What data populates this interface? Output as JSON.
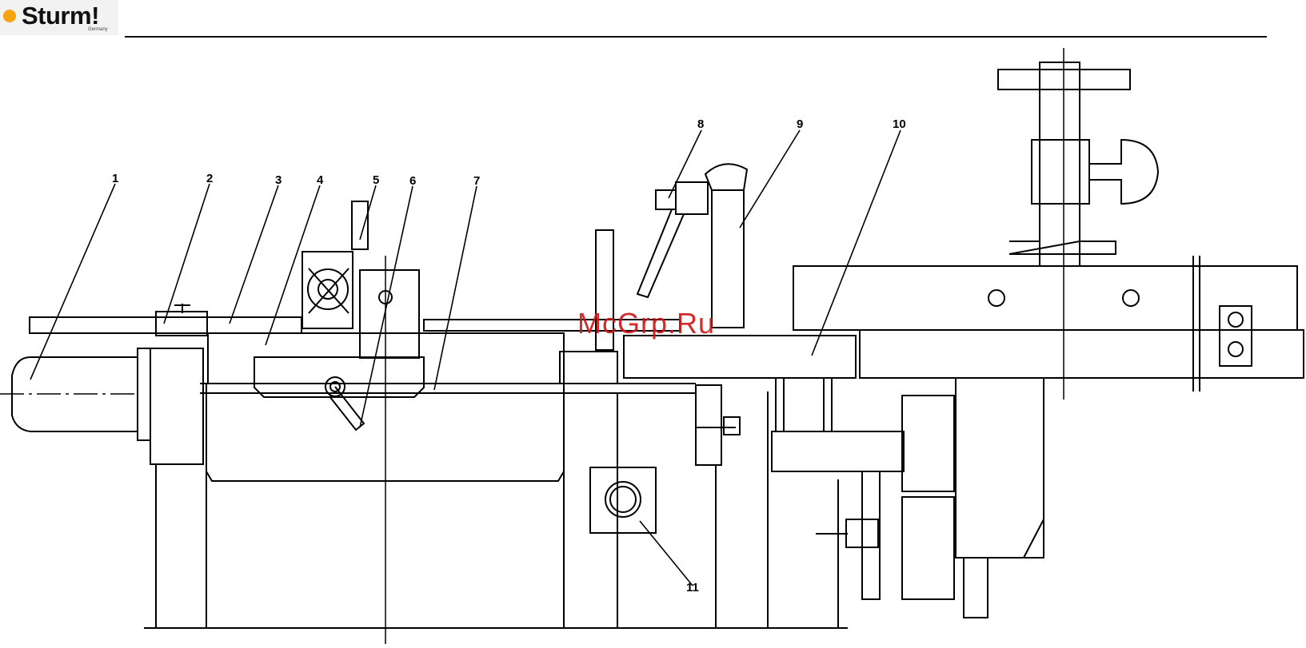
{
  "logo": {
    "brand": "Sturm!",
    "tagline": "Germany",
    "dot_color": "#f7a30c"
  },
  "watermark": {
    "text": "McGrp.Ru",
    "color": "#d01a1a"
  },
  "callouts": [
    "1",
    "2",
    "3",
    "4",
    "5",
    "6",
    "7",
    "8",
    "9",
    "10",
    "11"
  ]
}
